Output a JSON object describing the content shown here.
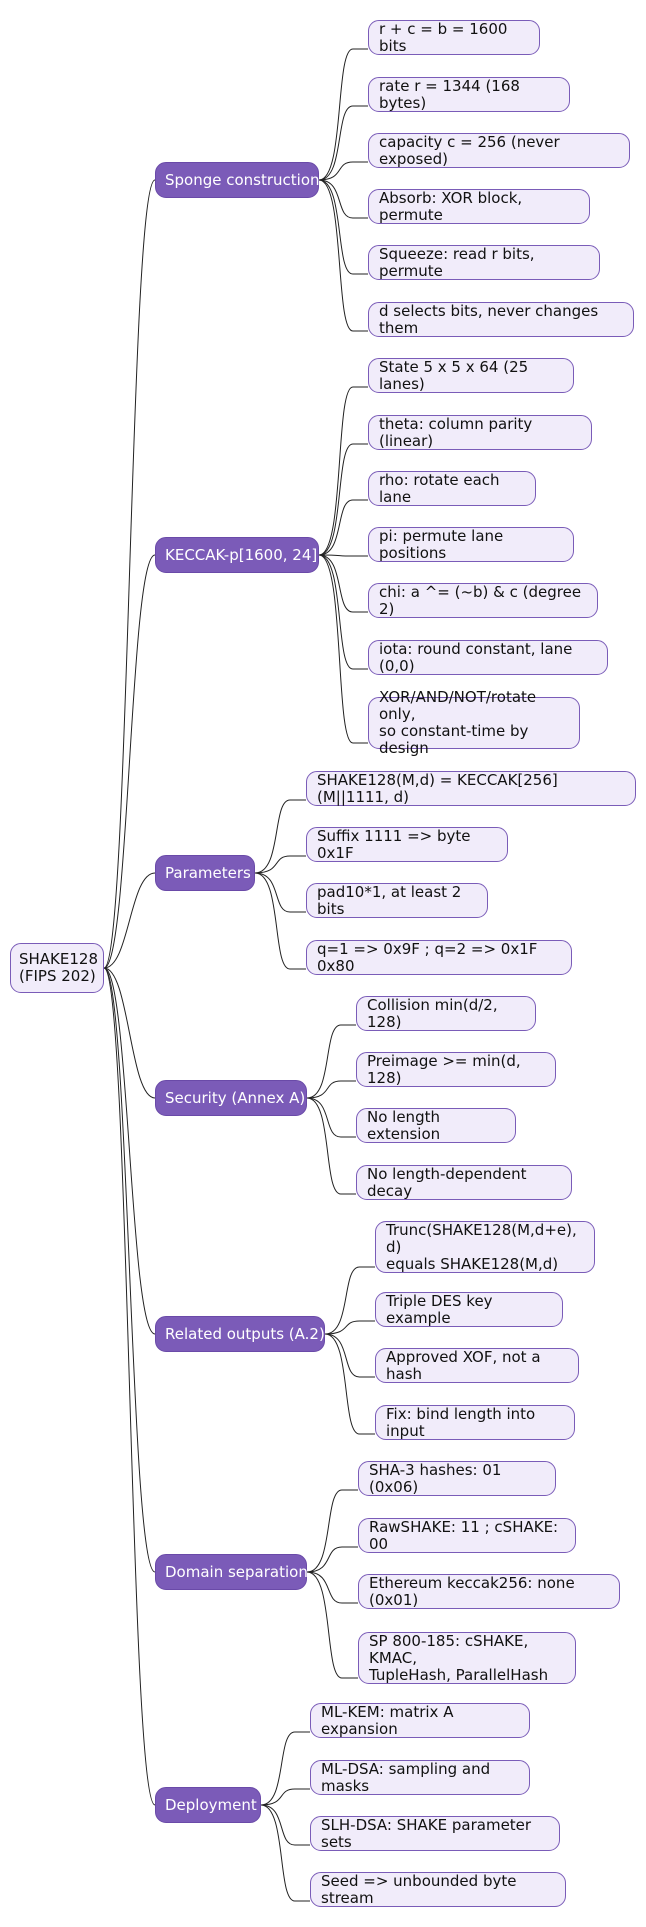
{
  "root": {
    "label": "SHAKE128\n(FIPS 202)"
  },
  "colors": {
    "branch_fill": "#7b5bb8",
    "leaf_fill": "#f1ecfa",
    "border": "#7a5cb8",
    "connector": "#222222"
  },
  "branches": [
    {
      "label": "Sponge construction",
      "children": [
        "r + c = b = 1600 bits",
        "rate r = 1344 (168 bytes)",
        "capacity c = 256 (never exposed)",
        "Absorb: XOR block, permute",
        "Squeeze: read r bits, permute",
        "d selects bits, never changes them"
      ]
    },
    {
      "label": "KECCAK-p[1600, 24]",
      "children": [
        "State 5 x 5 x 64 (25 lanes)",
        "theta: column parity (linear)",
        "rho: rotate each lane",
        "pi: permute lane positions",
        "chi: a ^= (~b) & c (degree 2)",
        "iota: round constant, lane (0,0)",
        "XOR/AND/NOT/rotate only,\nso constant-time by design"
      ]
    },
    {
      "label": "Parameters",
      "children": [
        "SHAKE128(M,d) = KECCAK[256](M||1111, d)",
        "Suffix 1111 => byte 0x1F",
        "pad10*1, at least 2 bits",
        "q=1 => 0x9F ; q=2 => 0x1F 0x80"
      ]
    },
    {
      "label": "Security (Annex A)",
      "children": [
        "Collision min(d/2, 128)",
        "Preimage >= min(d, 128)",
        "No length extension",
        "No length-dependent decay"
      ]
    },
    {
      "label": "Related outputs (A.2)",
      "children": [
        "Trunc(SHAKE128(M,d+e), d)\nequals SHAKE128(M,d)",
        "Triple DES key example",
        "Approved XOF, not a hash",
        "Fix: bind length into input"
      ]
    },
    {
      "label": "Domain separation",
      "children": [
        "SHA-3 hashes: 01 (0x06)",
        "RawSHAKE: 11 ; cSHAKE: 00",
        "Ethereum keccak256: none (0x01)",
        "SP 800-185: cSHAKE, KMAC,\nTupleHash, ParallelHash"
      ]
    },
    {
      "label": "Deployment",
      "children": [
        "ML-KEM: matrix A expansion",
        "ML-DSA: sampling and masks",
        "SLH-DSA: SHAKE parameter sets",
        "Seed => unbounded byte stream"
      ]
    }
  ]
}
